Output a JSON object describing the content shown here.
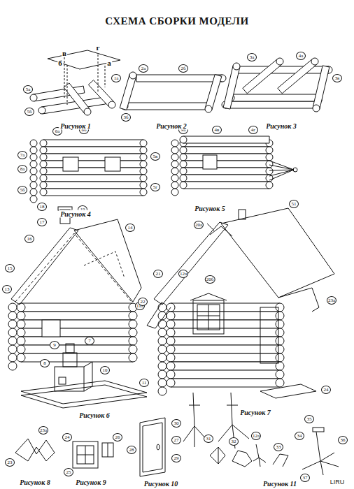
{
  "diagram": {
    "title": "СХЕМА СБОРКИ МОДЕЛИ",
    "labels": [
      "в",
      "г",
      "б",
      "а",
      "5а",
      "1а",
      "5б",
      "2а",
      "2б",
      "3б",
      "3а",
      "4а",
      "3в",
      "6а",
      "6б",
      "7а",
      "8а",
      "5б",
      "5в",
      "5г",
      "9а",
      "4в",
      "4г",
      "18",
      "19",
      "17",
      "16",
      "15",
      "14",
      "13",
      "11а",
      "9",
      "7",
      "8",
      "10",
      "11",
      "51",
      "20а",
      "21",
      "12а",
      "20б",
      "22",
      "23а",
      "24",
      "23",
      "23а",
      "24",
      "25",
      "26",
      "30",
      "27",
      "29",
      "28",
      "31",
      "32",
      "12а",
      "33",
      "35",
      "34",
      "36",
      "37",
      "Рисунок 1",
      "Рисунок 2",
      "Рисунок 3",
      "Рисунок 4",
      "Рисунок 5",
      "Рисунок 6",
      "Рисунок 7",
      "Рисунок 8",
      "Рисунок 9",
      "Рисунок 10",
      "Рисунок 11",
      "LIRU"
    ]
  }
}
